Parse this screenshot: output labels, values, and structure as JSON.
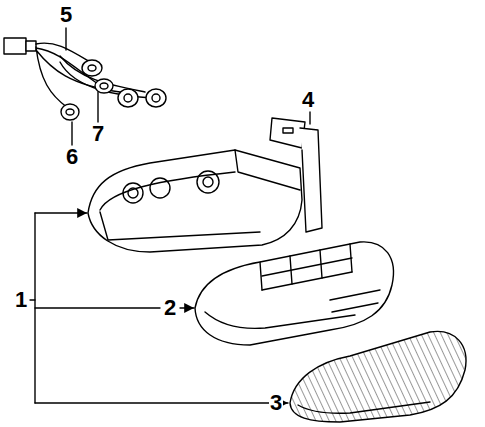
{
  "diagram": {
    "labels": [
      "5",
      "4",
      "7",
      "6",
      "1",
      "2",
      "3"
    ]
  }
}
